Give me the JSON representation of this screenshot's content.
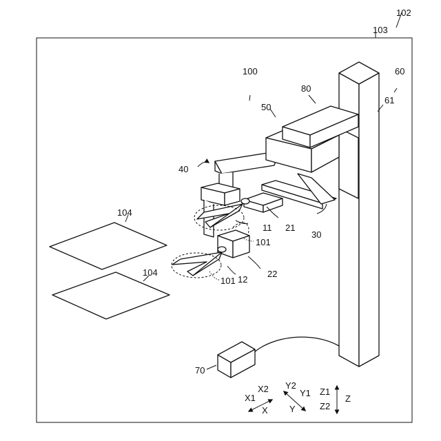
{
  "labels": {
    "system": "102",
    "enclosure": "103",
    "robot": "100",
    "frame": "60",
    "column": "61",
    "top_arm": "80",
    "base": "50",
    "upper_arm": "40",
    "lower_arm": "30",
    "hand_upper": "11",
    "hand_lower": "12",
    "wrist_upper": "21",
    "wrist_lower": "22",
    "workpiece_upper": "101",
    "workpiece_lower": "101",
    "table_upper": "104",
    "table_lower": "104",
    "controller": "70"
  },
  "axes": {
    "x1": "X1",
    "x2": "X2",
    "x": "X",
    "y1": "Y1",
    "y2": "Y2",
    "y": "Y",
    "z1": "Z1",
    "z2": "Z2",
    "z": "Z"
  }
}
